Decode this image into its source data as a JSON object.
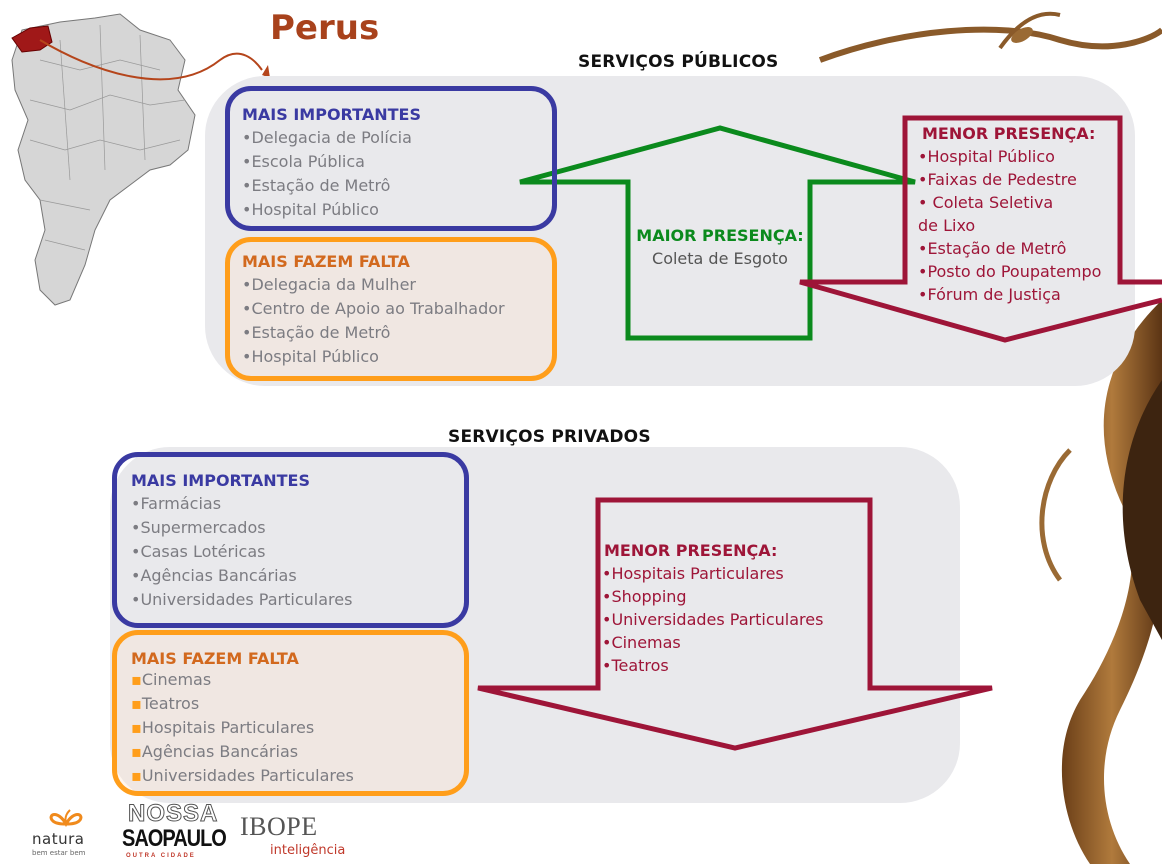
{
  "title": "Perus",
  "publicos": {
    "title": "SERVIÇOS PÚBLICOS",
    "importantes": {
      "title": "MAIS IMPORTANTES",
      "items": [
        "Delegacia de Polícia",
        "Escola Pública",
        "Estação de Metrô",
        "Hospital Público"
      ]
    },
    "falta": {
      "title": "MAIS FAZEM FALTA",
      "items": [
        "Delegacia da Mulher",
        "Centro de Apoio ao Trabalhador",
        "Estação de Metrô",
        "Hospital Público"
      ]
    },
    "maior": {
      "title": "MAIOR PRESENÇA:",
      "item": "Coleta de Esgoto"
    },
    "menor": {
      "title": "MENOR PRESENÇA:",
      "items": [
        "•Hospital Público",
        "•Faixas de Pedestre",
        "• Coleta Seletiva",
        "de Lixo",
        "•Estação de Metrô",
        "•Posto do Poupatempo",
        "•Fórum de Justiça"
      ]
    }
  },
  "privados": {
    "title": "SERVIÇOS PRIVADOS",
    "importantes": {
      "title": "MAIS IMPORTANTES",
      "items": [
        "Farmácias",
        "Supermercados",
        "Casas Lotéricas",
        "Agências Bancárias",
        "Universidades Particulares"
      ]
    },
    "falta": {
      "title": "MAIS FAZEM FALTA",
      "items": [
        "Cinemas",
        "Teatros",
        "Hospitais Particulares",
        "Agências Bancárias",
        "Universidades Particulares"
      ]
    },
    "menor": {
      "title": "MENOR PRESENÇA:",
      "items": [
        "Hospitais Particulares",
        "Shopping",
        "Universidades Particulares",
        "Cinemas",
        "Teatros"
      ]
    }
  },
  "logos": {
    "natura": "natura",
    "natura_tag": "bem estar bem",
    "nossa": "NOSSA",
    "saopaulo": "SAOPAULO",
    "saopaulo_tag": "OUTRA CIDADE",
    "ibope": "IBOPE",
    "ibope_tag": "inteligência"
  },
  "colors": {
    "blue": "#3a3aa2",
    "orange": "#ff9e1b",
    "red": "#9e1538",
    "green": "#0b8a1d",
    "title": "#a8421c",
    "map_highlight": "#a01818"
  }
}
